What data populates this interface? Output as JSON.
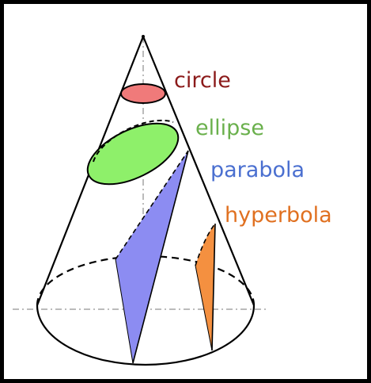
{
  "labels": {
    "circle": "circle",
    "ellipse": "ellipse",
    "parabola": "parabola",
    "hyperbola": "hyperbola"
  },
  "colors": {
    "circle": "#8b1a1a",
    "circle_fill": "#f07a7a",
    "ellipse": "#6ab04c",
    "ellipse_fill": "#8ef06a",
    "parabola": "#4a6fd0",
    "parabola_fill": "#8c8cf2",
    "hyperbola": "#e07020",
    "hyperbola_fill": "#f49040",
    "outline": "#000000"
  }
}
